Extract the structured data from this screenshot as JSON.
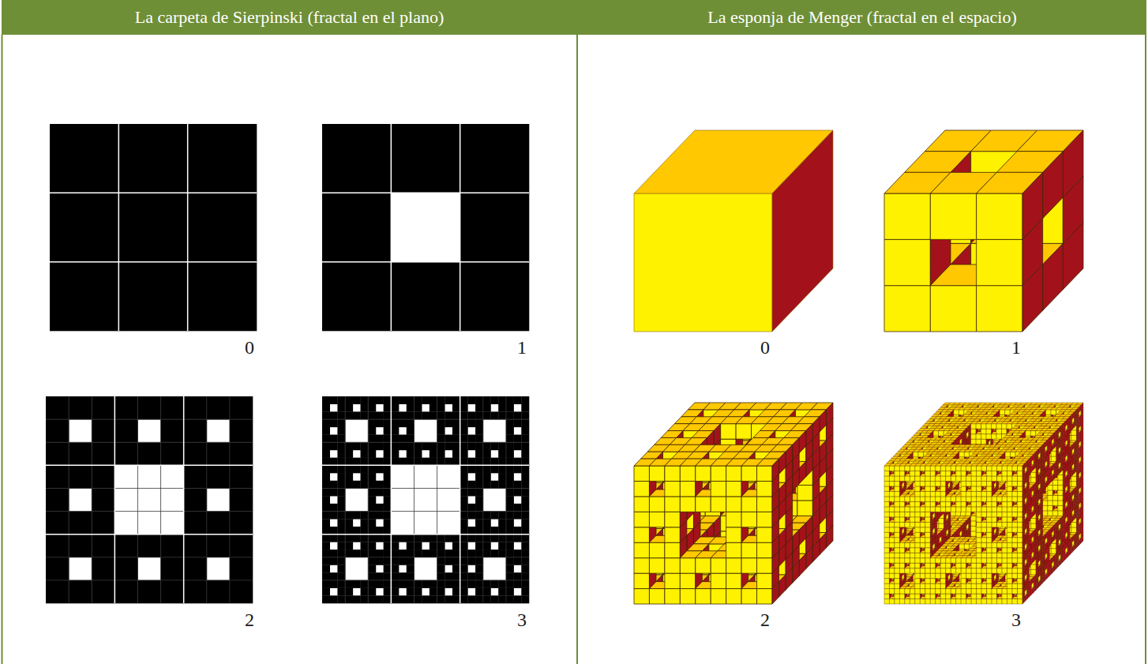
{
  "diagram": {
    "nodes": [
      {
        "text": [
          "La carpeta de Sierpinski (fractal en el plano)"
        ]
      },
      {
        "text": [
          "La esponja de Menger (fractal en el espacio)"
        ]
      }
    ],
    "labels": [
      "0",
      "1",
      "2",
      "3",
      "0",
      "1",
      "2",
      "3"
    ]
  }
}
